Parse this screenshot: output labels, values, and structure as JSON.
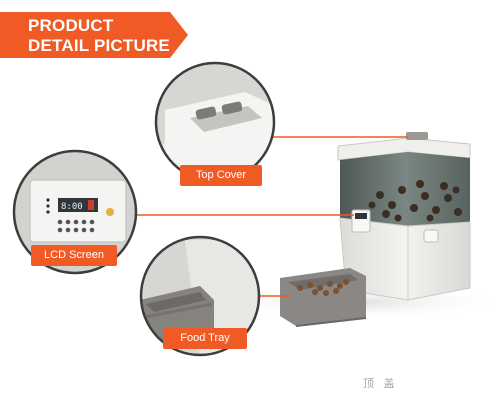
{
  "banner": {
    "line1": "PRODUCT",
    "line2": "DETAIL PICTURE"
  },
  "callouts": {
    "top_cover": "Top Cover",
    "lcd_screen": "LCD Screen",
    "food_tray": "Food Tray"
  },
  "lcd_display": "8:00",
  "watermark": "顶 盖",
  "colors": {
    "accent": "#f05a24",
    "device_body": "#ecece8",
    "hopper": "#5e6a66",
    "tray": "#8a8784"
  }
}
